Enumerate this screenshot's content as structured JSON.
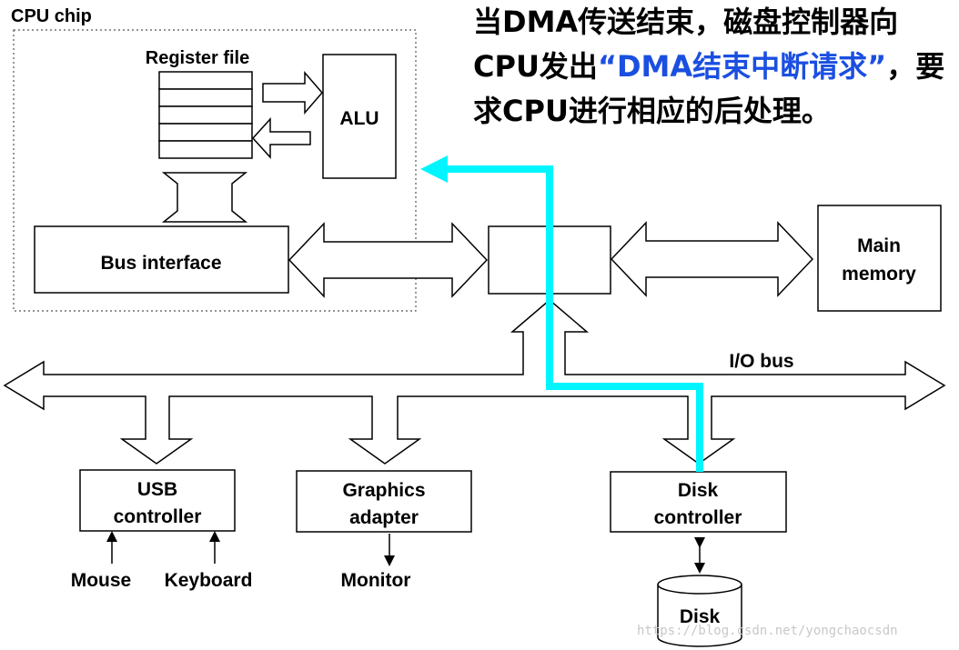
{
  "cpu_chip": {
    "title": "CPU chip"
  },
  "register_file": {
    "label": "Register file"
  },
  "alu": {
    "label": "ALU"
  },
  "bus_interface": {
    "label": "Bus interface"
  },
  "main_memory": {
    "line1": "Main",
    "line2": "memory"
  },
  "io_bus": {
    "label": "I/O bus"
  },
  "usb_controller": {
    "line1": "USB",
    "line2": "controller"
  },
  "graphics_adapter": {
    "line1": "Graphics",
    "line2": "adapter"
  },
  "disk_controller": {
    "line1": "Disk",
    "line2": "controller"
  },
  "devices": {
    "mouse": "Mouse",
    "keyboard": "Keyboard",
    "monitor": "Monitor",
    "disk": "Disk"
  },
  "annotation": {
    "part1": "当DMA传送结束，磁盘控制器向CPU发出",
    "highlight": "“DMA结束中断请求”",
    "part2": "，要求CPU进行相应的后处理。"
  },
  "colors": {
    "interrupt_path": "#00f5ff",
    "highlight_text": "#1b4fe0"
  },
  "watermark": "https://blog.csdn.net/yongchaocsdn"
}
